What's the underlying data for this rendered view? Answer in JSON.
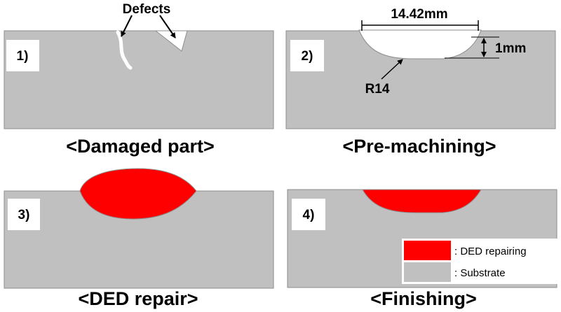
{
  "panels": [
    {
      "number": "1)",
      "caption": "<Damaged part>"
    },
    {
      "number": "2)",
      "caption": "<Pre-machining>"
    },
    {
      "number": "3)",
      "caption": "<DED repair>"
    },
    {
      "number": "4)",
      "caption": "<Finishing>"
    }
  ],
  "annotations": {
    "defects": "Defects",
    "width": "14.42mm",
    "depth": "1mm",
    "radius": "R14"
  },
  "legend": {
    "ded": ": DED repairing",
    "substrate": ": Substrate"
  },
  "colors": {
    "substrate": "#c0c0c0",
    "ded": "#ff0000"
  }
}
